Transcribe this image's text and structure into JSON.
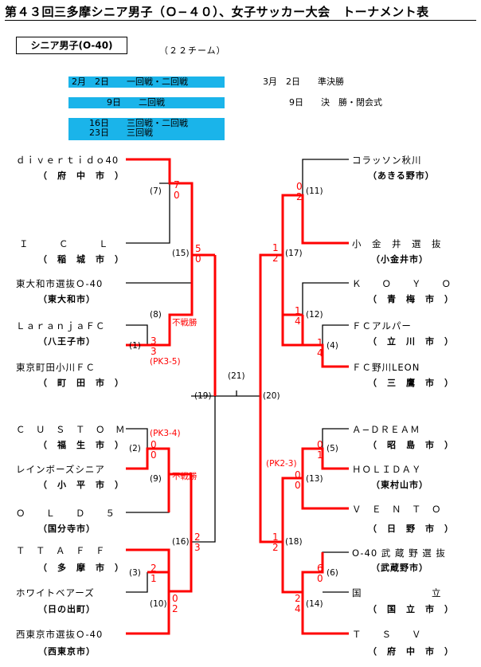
{
  "title": "第４３回三多摩シニア男子（Ｏ−４０）、女子サッカー大会　トーナメント表",
  "category": "シニア男子(O-40)",
  "team_count": "（２２チーム）",
  "schedule": [
    {
      "text": "2月　2日　　一回戦・二回戦"
    },
    {
      "text": "　　　　9日　　二回戦"
    },
    {
      "text": "　　16日　　三回戦・二回戦\n　　23日　　三回戦"
    },
    {
      "text": "3月　2日　　準決勝"
    },
    {
      "text": "　　　9日　　決　勝・閉会式"
    }
  ],
  "left_teams": [
    {
      "name": "ｄｉｖｅｒｔｉｄｏ40",
      "area": "（　府　中　市　）"
    },
    {
      "name": "Ｉ　　　Ｃ　　　Ｌ",
      "area": "（　稲　城　市　）"
    },
    {
      "name": "東大和市選抜Ｏ-40",
      "area": "（東大和市）"
    },
    {
      "name": "ＬａｒａｎｊａＦＣ",
      "area": "（八王子市）"
    },
    {
      "name": "東京町田小川ＦＣ",
      "area": "（　町　田　市　）"
    },
    {
      "name": "Ｃ　Ｕ　Ｓ　Ｔ　Ｏ　Ｍ",
      "area": "（　福　生　市　）"
    },
    {
      "name": "レインボーズシニア",
      "area": "（　小　平　市　）"
    },
    {
      "name": "Ｏ　　Ｌ　　Ｄ　　５",
      "area": "（国分寺市）"
    },
    {
      "name": "Ｔ　Ｔ　Ａ　Ｆ　Ｆ",
      "area": "（　多　摩　市　）"
    },
    {
      "name": "ホワイトベアーズ",
      "area": "（日の出町）"
    },
    {
      "name": "西東京市選抜Ｏ-40",
      "area": "（西東京市）"
    }
  ],
  "right_teams": [
    {
      "name": "コラッソン秋川",
      "area": "（あきる野市）"
    },
    {
      "name": "小　金　井　選　抜",
      "area": "（小金井市）"
    },
    {
      "name": "Ｋ　　Ｏ　　Ｙ　　Ｏ",
      "area": "（　青　梅　市　）"
    },
    {
      "name": "ＦＣアルパー",
      "area": "（　立　川　市　）"
    },
    {
      "name": "ＦＣ野川LEON",
      "area": "（　三　鷹　市　）"
    },
    {
      "name": "Ａ−ＤＲＥＡＭ",
      "area": "（　昭　島　市　）"
    },
    {
      "name": "ＨＯＬＩＤＡＹ",
      "area": "（東村山市）"
    },
    {
      "name": "Ｖ　Ｅ　Ｎ　Ｔ　Ｏ",
      "area": "（　日　野　市　）"
    },
    {
      "name": "O-40 武 蔵 野 選 抜",
      "area": "（武蔵野市）"
    },
    {
      "name": "国　　　　　　　立",
      "area": "（　国　立　市　）"
    },
    {
      "name": "Ｔ　　Ｓ　　Ｖ",
      "area": "（　府　中　市　）"
    }
  ],
  "game_numbers": [
    "(7)",
    "(15)",
    "(8)",
    "(1)",
    "(2)",
    "(9)",
    "(16)",
    "(3)",
    "(10)",
    "(19)",
    "(21)",
    "(20)",
    "(11)",
    "(17)",
    "(12)",
    "(4)",
    "(5)",
    "(13)",
    "(18)",
    "(6)",
    "(14)"
  ],
  "scores": [
    "7",
    "0",
    "5",
    "0",
    "3",
    "3",
    "0",
    "0",
    "2",
    "3",
    "2",
    "1",
    "0",
    "2",
    "0",
    "2",
    "1",
    "2",
    "1",
    "4",
    "1",
    "4",
    "0",
    "1",
    "0",
    "0",
    "1",
    "2",
    "6",
    "0",
    "2",
    "4"
  ],
  "notes": [
    "不戦勝",
    "(PK3-5)",
    "(PK3-4)",
    "不戦勝",
    "(PK2-3)"
  ],
  "colors": {
    "winner_line": "#ff0000",
    "line": "#000000",
    "schedule_bar": "#1ab4ea"
  }
}
